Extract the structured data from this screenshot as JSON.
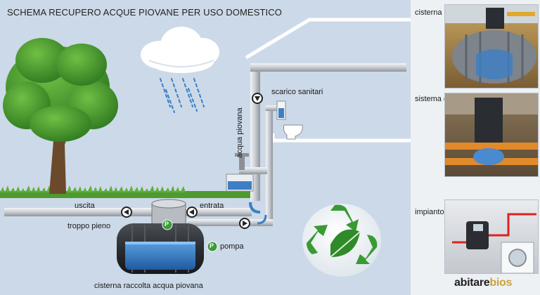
{
  "diagram": {
    "title": "SCHEMA RECUPERO ACQUE PIOVANE PER USO DOMESTICO",
    "labels": {
      "uscita": "uscita",
      "entrata": "entrata",
      "troppo_pieno": "troppo pieno",
      "pompa": "pompa",
      "cisterna": "cisterna raccolta acqua piovana",
      "acqua_piovana": "acqua piovana",
      "scarico_sanitari": "scarico sanitari",
      "pump_badge": "P"
    }
  },
  "sidebar": {
    "panels": [
      {
        "label": "cisterna di raccolta"
      },
      {
        "label": "sistema di filtraggio"
      },
      {
        "label": "impianto di pompaggio"
      }
    ],
    "brand": {
      "part1": "abitare",
      "part2": "bios"
    }
  },
  "colors": {
    "background": "#ccd9e8",
    "pipe": "#c9ccd0",
    "water": "#3d7fc4",
    "grass": "#4e9a2f",
    "tree": "#3d8c2a",
    "brand_accent": "#c9a23b"
  }
}
